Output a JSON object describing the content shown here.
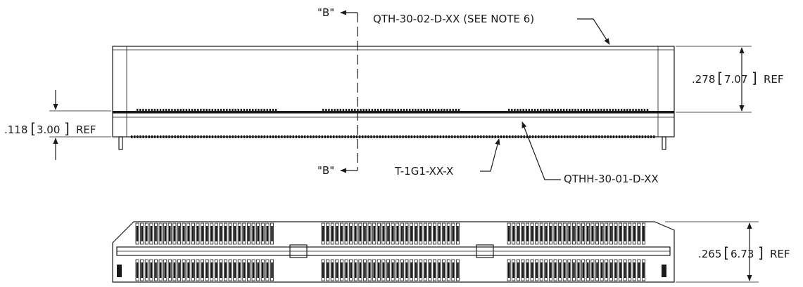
{
  "section_marker": "\"B\"",
  "callouts": {
    "top_part": "QTH-30-02-D-XX (SEE NOTE 6)",
    "bottom_part": "QTHH-30-01-D-XX",
    "post": "T-1G1-XX-X"
  },
  "dimensions": {
    "total_height": {
      "inch": ".278",
      "mm": "7.07",
      "suffix": "REF"
    },
    "lower_height": {
      "inch": ".118",
      "mm": "3.00",
      "suffix": "REF"
    },
    "plan_width": {
      "inch": ".265",
      "mm": "6.73",
      "suffix": "REF"
    }
  }
}
